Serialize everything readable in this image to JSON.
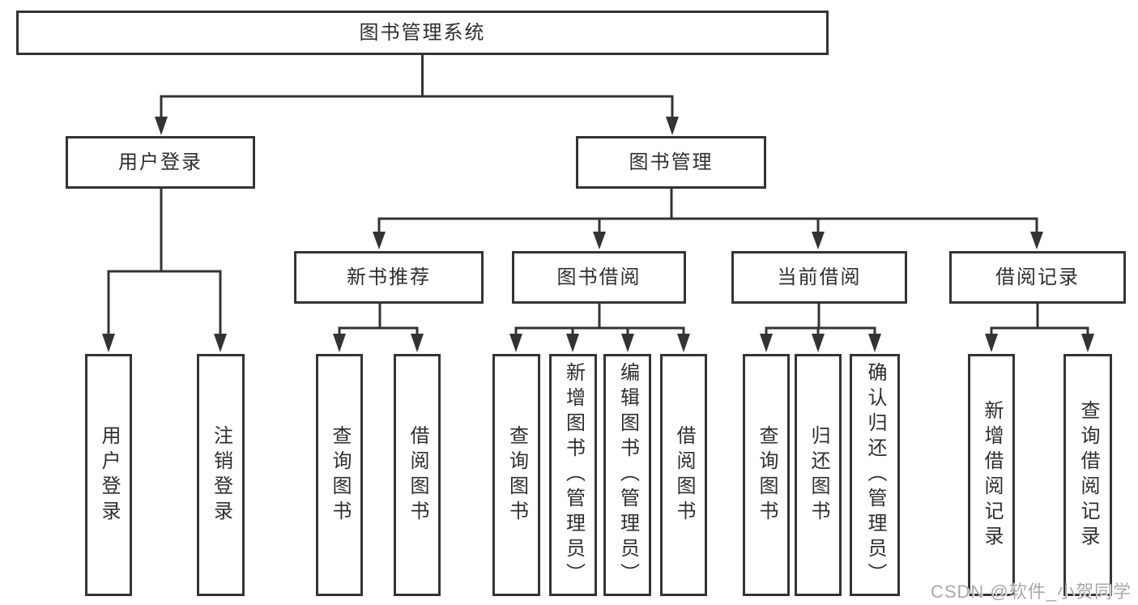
{
  "diagram": {
    "root": {
      "label": "图书管理系统"
    },
    "branches": [
      {
        "label": "用户登录",
        "children": [
          {
            "label": "用户登录"
          },
          {
            "label": "注销登录"
          }
        ]
      },
      {
        "label": "图书管理",
        "children": [
          {
            "label": "新书推荐",
            "children": [
              {
                "label": "查询图书"
              },
              {
                "label": "借阅图书"
              }
            ]
          },
          {
            "label": "图书借阅",
            "children": [
              {
                "label": "查询图书"
              },
              {
                "label": "新增图书（管理员）"
              },
              {
                "label": "编辑图书（管理员）"
              },
              {
                "label": "借阅图书"
              }
            ]
          },
          {
            "label": "当前借阅",
            "children": [
              {
                "label": "查询图书"
              },
              {
                "label": "归还图书"
              },
              {
                "label": "确认归还（管理员）"
              }
            ]
          },
          {
            "label": "借阅记录",
            "children": [
              {
                "label": "新增借阅记录"
              },
              {
                "label": "查询借阅记录"
              }
            ]
          }
        ]
      }
    ]
  },
  "watermark": {
    "text": "CSDN @软件_小贺同学"
  },
  "colors": {
    "line": "#333333",
    "border": "#343434",
    "text": "#2e2e2e",
    "watermark": "#a8a8a8",
    "background": "#ffffff"
  }
}
